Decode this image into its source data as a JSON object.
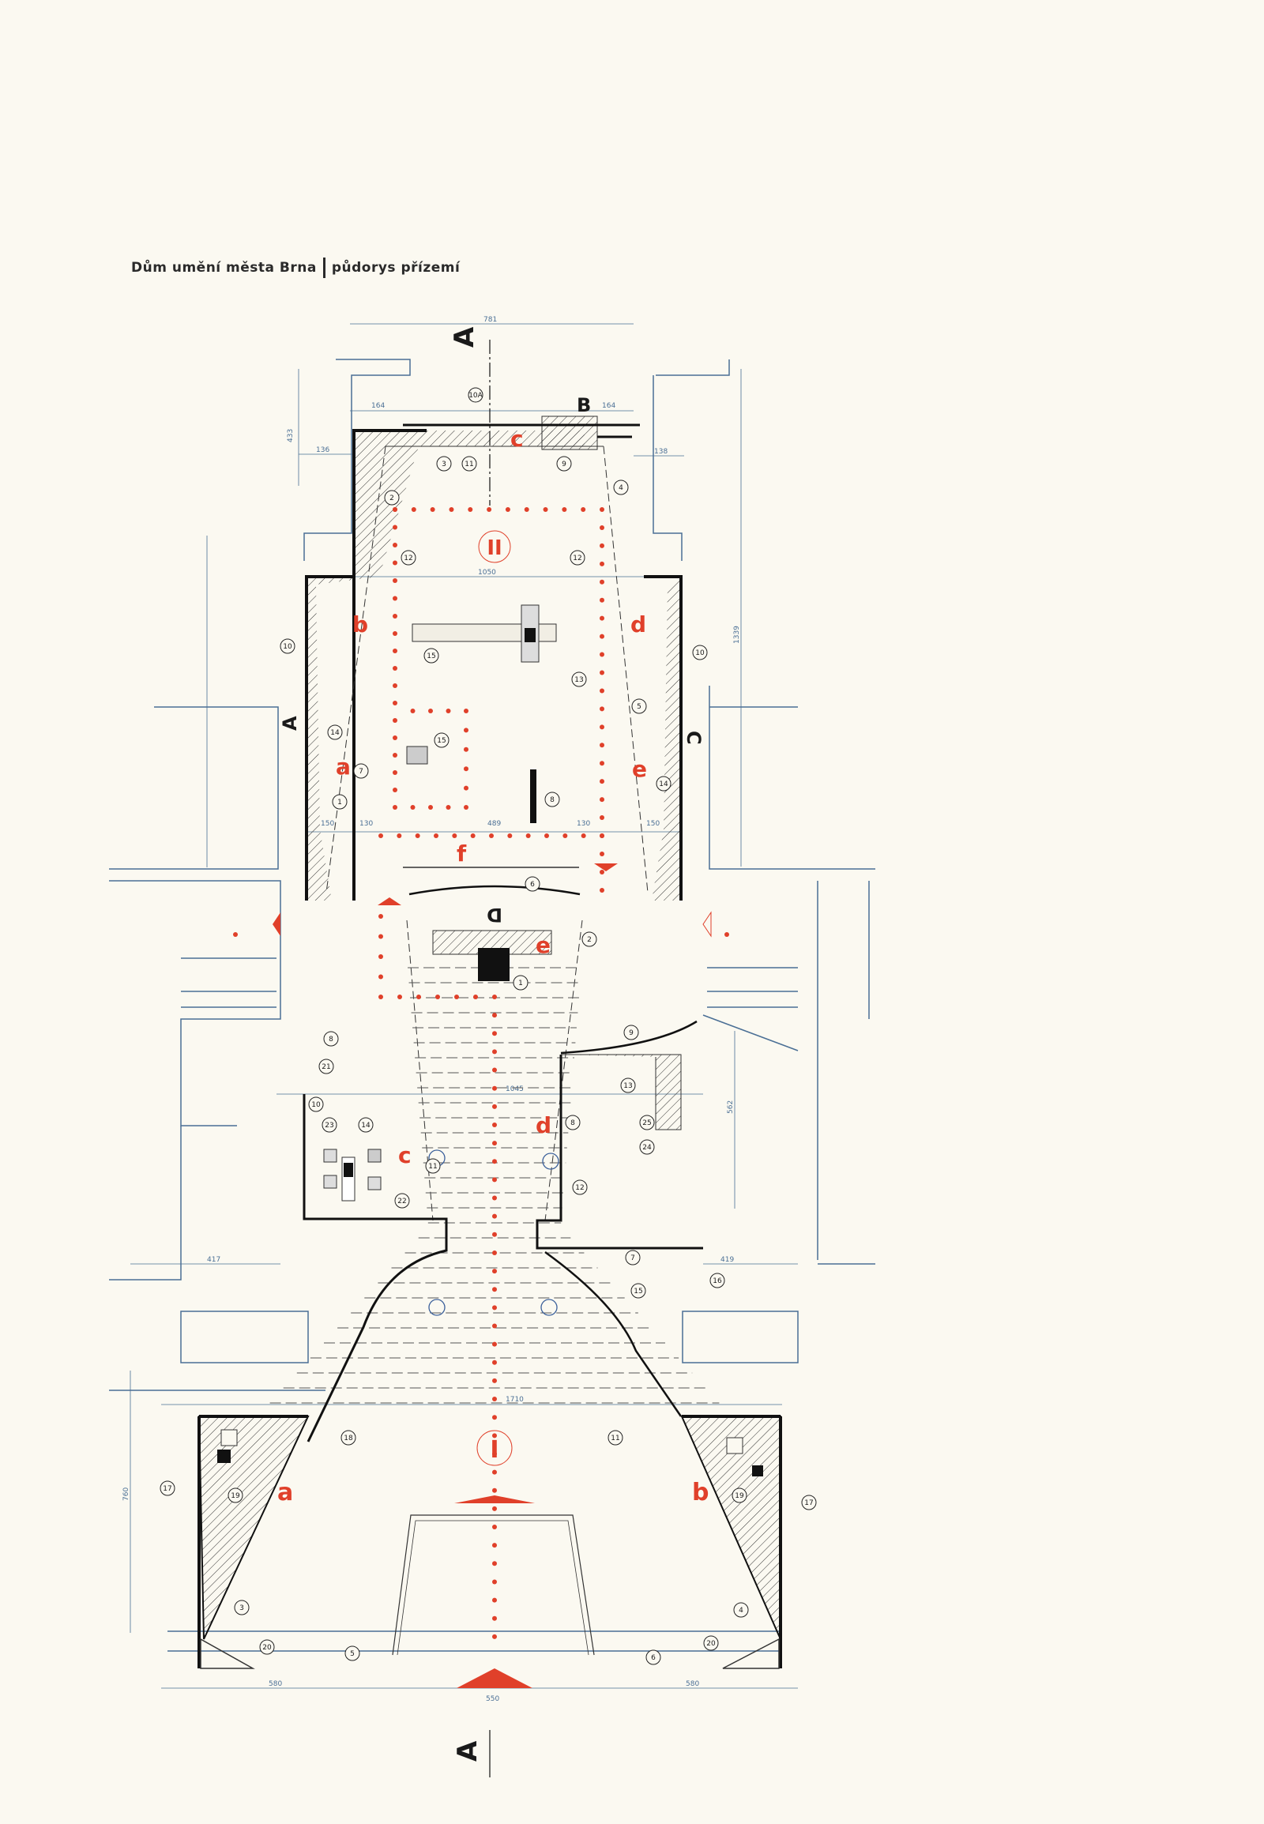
{
  "title": {
    "building": "Dům umění města Brna",
    "sheet": "půdorys přízemí"
  },
  "colors": {
    "paper": "#fbf9f1",
    "wall": "#1a1a1a",
    "grid_blue": "#4a6f95",
    "route_red": "#e0402a"
  },
  "sections": {
    "A_top": "A",
    "A_bottom": "A",
    "A_left": "A",
    "B": "B",
    "C": "C",
    "D": "D"
  },
  "halls": {
    "upper": "II",
    "lower": "I"
  },
  "zones": {
    "upper": {
      "a": "a",
      "b": "b",
      "c": "c",
      "d": "d",
      "e": "e",
      "f": "f"
    },
    "lobby": {
      "c": "c",
      "d": "d",
      "e": "e"
    },
    "lower": {
      "a": "a",
      "b": "b"
    }
  },
  "dimensions": {
    "top_width": "781",
    "top_left": "164",
    "top_right": "164",
    "top_height": "433",
    "left_offset": "136",
    "right_offset": "138",
    "upper_width": "1050",
    "upper_height": "1339",
    "row_150a": "150",
    "row_130a": "130",
    "row_489": "489",
    "row_130b": "130",
    "row_150b": "150",
    "lobby_width": "1045",
    "lobby_right": "562",
    "left_417": "417",
    "right_419": "419",
    "lower_width": "1710",
    "lower_height": "760",
    "bottom_580a": "580",
    "bottom_550": "550",
    "bottom_580b": "580"
  },
  "callouts": [
    "10A",
    "3",
    "11",
    "9",
    "4",
    "2",
    "12",
    "12",
    "15",
    "13",
    "10",
    "10",
    "5",
    "14",
    "15",
    "7",
    "14",
    "8",
    "1",
    "6",
    "2",
    "1",
    "9",
    "21",
    "8",
    "13",
    "10",
    "23",
    "14",
    "8",
    "25",
    "24",
    "11",
    "22",
    "12",
    "7",
    "16",
    "15",
    "18",
    "11",
    "17",
    "19",
    "19",
    "17",
    "3",
    "4",
    "20",
    "5",
    "6",
    "20"
  ]
}
